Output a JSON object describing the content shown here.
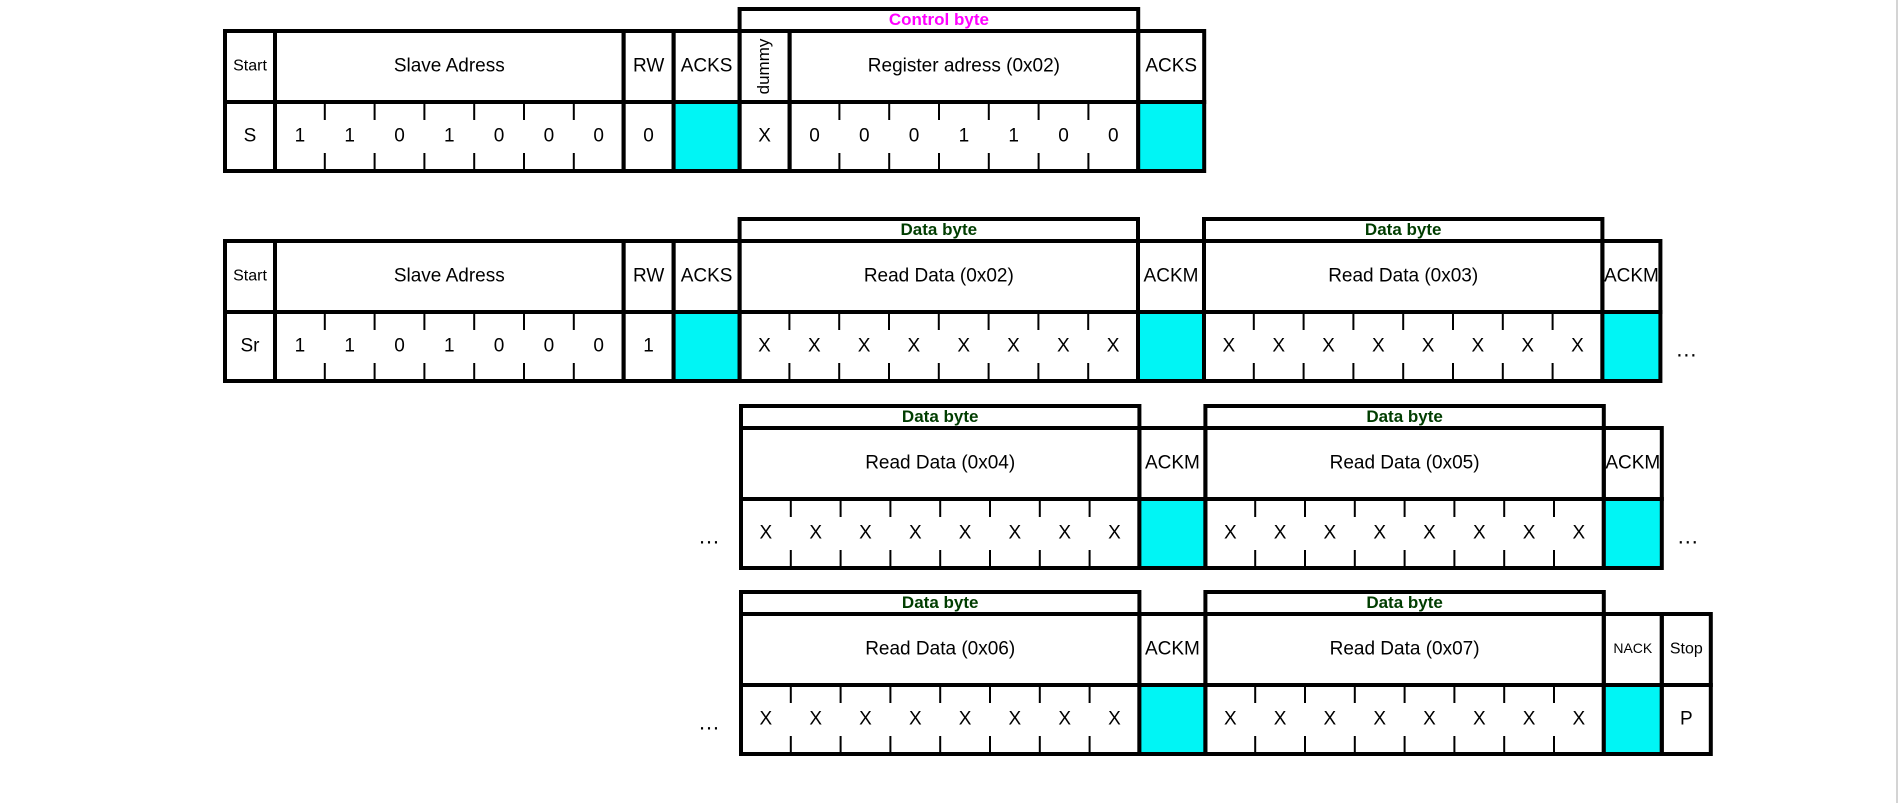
{
  "colors": {
    "ack_fill": "#00f5f5",
    "control_label": "#ff00ff",
    "data_label": "#003d00",
    "line": "#000000"
  },
  "frames": [
    {
      "name": "frame-write",
      "cells": [
        {
          "kind": "start",
          "header": "Start",
          "value": "S"
        },
        {
          "kind": "bits",
          "header": "Slave Adress",
          "bits": [
            "1",
            "1",
            "0",
            "1",
            "0",
            "0",
            "0"
          ]
        },
        {
          "kind": "rw",
          "header": "RW",
          "value": "0"
        },
        {
          "kind": "ack",
          "header": "ACKS"
        },
        {
          "kind": "dummy",
          "header": "dummy",
          "value": "X",
          "group": "control"
        },
        {
          "kind": "bits",
          "header": "Register adress (0x02)",
          "bits": [
            "0",
            "0",
            "0",
            "1",
            "1",
            "0",
            "0"
          ],
          "group": "control"
        },
        {
          "kind": "ack",
          "header": "ACKS"
        }
      ],
      "group_labels": {
        "control": "Control byte"
      }
    },
    {
      "name": "frame-read-1",
      "cells": [
        {
          "kind": "start",
          "header": "Start",
          "value": "Sr"
        },
        {
          "kind": "bits",
          "header": "Slave Adress",
          "bits": [
            "1",
            "1",
            "0",
            "1",
            "0",
            "0",
            "0"
          ]
        },
        {
          "kind": "rw",
          "header": "RW",
          "value": "1"
        },
        {
          "kind": "ack",
          "header": "ACKS"
        },
        {
          "kind": "bits",
          "header": "Read Data (0x02)",
          "bits": [
            "X",
            "X",
            "X",
            "X",
            "X",
            "X",
            "X",
            "X"
          ],
          "group": "data1"
        },
        {
          "kind": "ack",
          "header": "ACKM"
        },
        {
          "kind": "bits",
          "header": "Read Data (0x03)",
          "bits": [
            "X",
            "X",
            "X",
            "X",
            "X",
            "X",
            "X",
            "X"
          ],
          "group": "data2"
        },
        {
          "kind": "ack",
          "header": "ACKM"
        }
      ],
      "group_labels": {
        "data1": "Data byte",
        "data2": "Data byte"
      },
      "ellipsis_after": "…"
    },
    {
      "name": "frame-read-2",
      "ellipsis_before": "…",
      "cells": [
        {
          "kind": "bits",
          "header": "Read Data (0x04)",
          "bits": [
            "X",
            "X",
            "X",
            "X",
            "X",
            "X",
            "X",
            "X"
          ],
          "group": "data1"
        },
        {
          "kind": "ack",
          "header": "ACKM"
        },
        {
          "kind": "bits",
          "header": "Read Data (0x05)",
          "bits": [
            "X",
            "X",
            "X",
            "X",
            "X",
            "X",
            "X",
            "X"
          ],
          "group": "data2"
        },
        {
          "kind": "ack",
          "header": "ACKM"
        }
      ],
      "group_labels": {
        "data1": "Data byte",
        "data2": "Data byte"
      },
      "ellipsis_after": "…"
    },
    {
      "name": "frame-read-3",
      "ellipsis_before": "…",
      "cells": [
        {
          "kind": "bits",
          "header": "Read Data (0x06)",
          "bits": [
            "X",
            "X",
            "X",
            "X",
            "X",
            "X",
            "X",
            "X"
          ],
          "group": "data1"
        },
        {
          "kind": "ack",
          "header": "ACKM"
        },
        {
          "kind": "bits",
          "header": "Read Data (0x07)",
          "bits": [
            "X",
            "X",
            "X",
            "X",
            "X",
            "X",
            "X",
            "X"
          ],
          "group": "data2"
        },
        {
          "kind": "ack",
          "header": "NACK"
        },
        {
          "kind": "stop",
          "header": "Stop",
          "value": "P"
        }
      ],
      "group_labels": {
        "data1": "Data byte",
        "data2": "Data byte"
      }
    }
  ]
}
